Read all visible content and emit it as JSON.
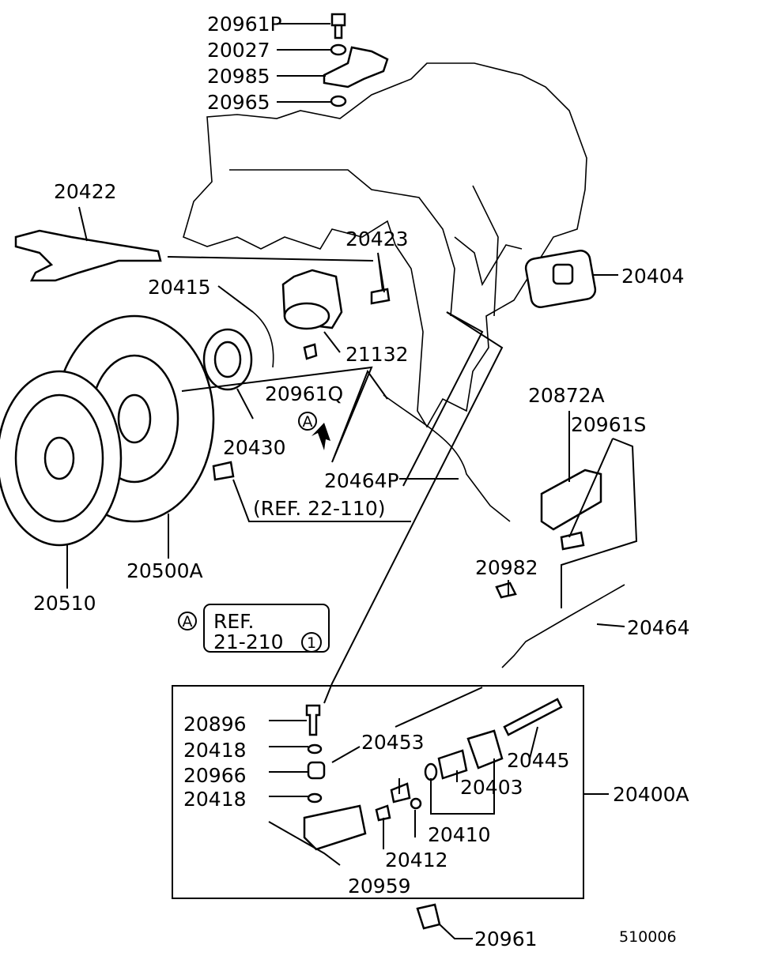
{
  "diagram": {
    "title": "Clutch assembly parts diagram",
    "part_labels": [
      "20961P",
      "20027",
      "20985",
      "20965",
      "20422",
      "20423",
      "20404",
      "20415",
      "21132",
      "20961Q",
      "20872A",
      "20961S",
      "20430",
      "20464P",
      "20500A",
      "20982",
      "20510",
      "20464",
      "20896",
      "20453",
      "20418",
      "20445",
      "20966",
      "20403",
      "20400A",
      "20418",
      "20410",
      "20412",
      "20959",
      "20961"
    ],
    "ref_note_1": "(REF. 22-110)",
    "ref_box": {
      "marker": "A",
      "line1": "REF.",
      "line2": "21-210",
      "circled_number": "1"
    },
    "view_marker": "A",
    "diagram_code": "510006",
    "colors": {
      "ink": "#000000",
      "background": "#ffffff"
    }
  }
}
